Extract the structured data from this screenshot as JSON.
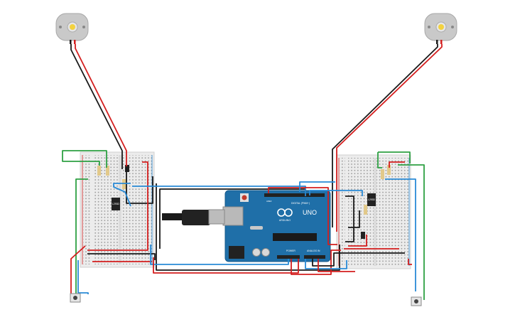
{
  "board": {
    "brand": "ARDUINO",
    "model": "UNO",
    "header_digital": "DIGITAL (PWM~)",
    "header_power": "POWER",
    "header_analog": "ANALOG IN",
    "aref": "AREF"
  },
  "left_breadboard": {
    "ic_label": "L293D"
  },
  "right_breadboard": {
    "ic_label": "L293D"
  },
  "colors": {
    "wire_red": "#d41e1e",
    "wire_black": "#1a1a1a",
    "wire_blue": "#2a8bd6",
    "wire_green": "#2ea043",
    "breadboard": "#ededed",
    "arduino": "#1f6fa8",
    "motor_body": "#cfcfcf",
    "motor_hub": "#f5d03a"
  }
}
